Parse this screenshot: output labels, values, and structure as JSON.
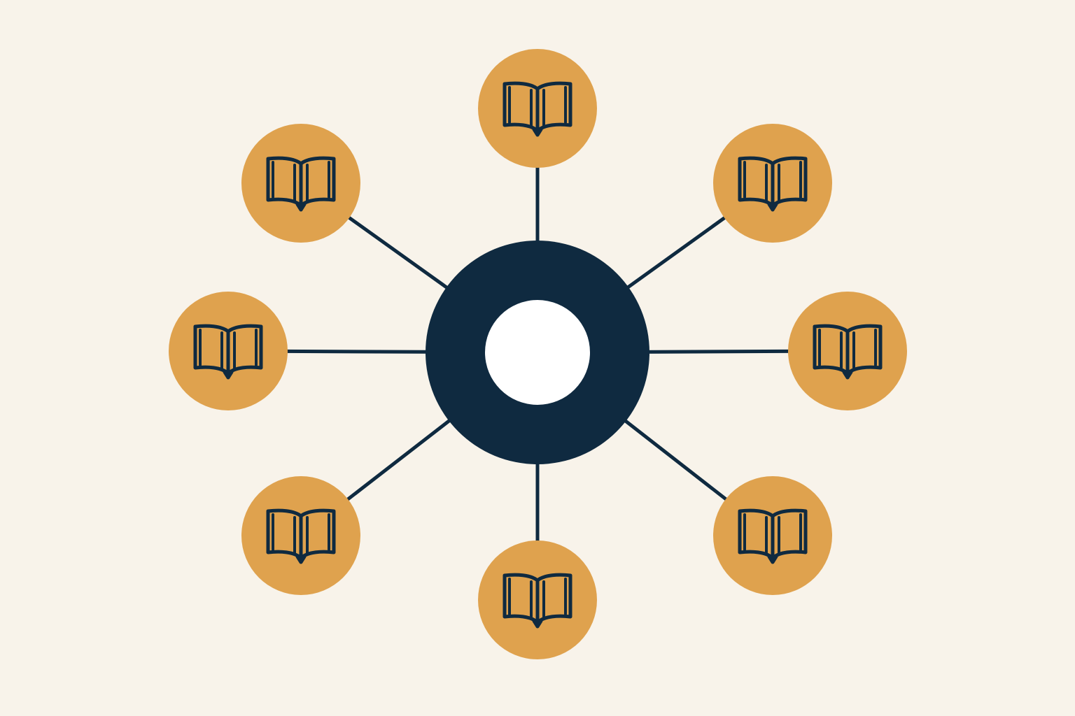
{
  "colors": {
    "background": "#f8f3ea",
    "hub": "#0f2a40",
    "hub_center": "#ffffff",
    "spoke": "#0f2a40",
    "node_fill": "#dfa24e",
    "icon_stroke": "#0f2a40"
  },
  "hub": {
    "icon": "ring-icon"
  },
  "nodes": [
    {
      "id": "top",
      "icon": "open-book-icon"
    },
    {
      "id": "top-right",
      "icon": "open-book-icon"
    },
    {
      "id": "right",
      "icon": "open-book-icon"
    },
    {
      "id": "bottom-right",
      "icon": "open-book-icon"
    },
    {
      "id": "bottom",
      "icon": "open-book-icon"
    },
    {
      "id": "bottom-left",
      "icon": "open-book-icon"
    },
    {
      "id": "left",
      "icon": "open-book-icon"
    },
    {
      "id": "top-left",
      "icon": "open-book-icon"
    }
  ]
}
